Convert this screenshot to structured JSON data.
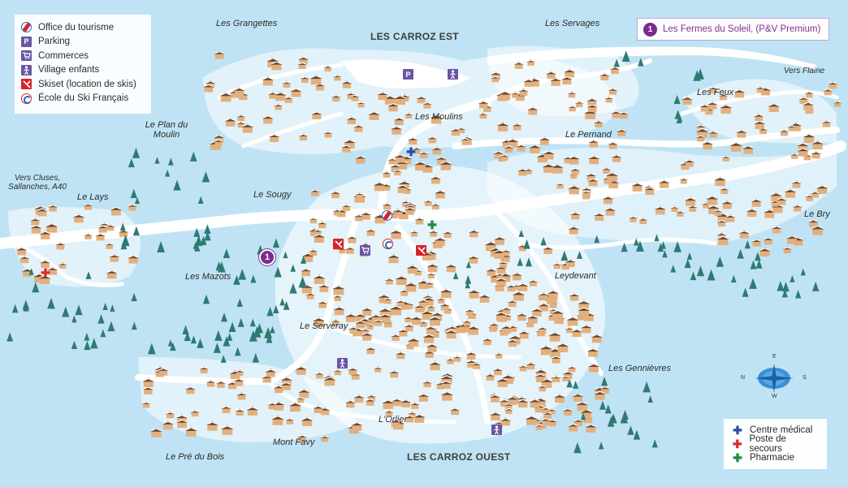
{
  "legend": {
    "items": [
      {
        "label": "Office du tourisme",
        "icon": "tourism-office-icon"
      },
      {
        "label": "Parking",
        "icon": "parking-icon"
      },
      {
        "label": "Commerces",
        "icon": "shopping-cart-icon"
      },
      {
        "label": "Village enfants",
        "icon": "child-village-icon"
      },
      {
        "label": "Skiset (location de skis)",
        "icon": "ski-rental-icon"
      },
      {
        "label": "École du Ski Français",
        "icon": "ski-school-icon"
      }
    ]
  },
  "premium": {
    "number": "1",
    "label": "Les Fermes du Soleil, (P&V Premium)"
  },
  "pin": {
    "number": "1"
  },
  "sectors": {
    "est": "LES CARROZ EST",
    "ouest": "LES CARROZ OUEST"
  },
  "places": {
    "grangettes": "Les Grangettes",
    "servages": "Les Servages",
    "vers_flaine": "Vers Flaine",
    "feux": "Les Feux",
    "moulins": "Les Moulins",
    "pernand": "Le Pernand",
    "plan_du_moulin_1": "Le Plan du",
    "plan_du_moulin_2": "Moulin",
    "vers_cluses_1": "Vers Cluses,",
    "vers_cluses_2": "Sallanches, A40",
    "lays": "Le Lays",
    "sougy": "Le Sougy",
    "bry": "Le Bry",
    "mazots": "Les Mazots",
    "leydevant": "Leydevant",
    "serveray": "Le Serveray",
    "gennievres": "Les Gennièvres",
    "orlier": "L'Orlier",
    "mont_favy": "Mont Favy",
    "pre_du_bois": "Le Pré du Bois"
  },
  "compass": {
    "n": "E",
    "e": "S",
    "s": "W",
    "w": "N"
  },
  "medical": {
    "items": [
      {
        "label": "Centre médical",
        "color": "#2a4ea0"
      },
      {
        "label": "Poste de secours",
        "color": "#e02a2a"
      },
      {
        "label": "Pharmacie",
        "color": "#1f8c3a"
      }
    ]
  },
  "colors": {
    "sky": "#bfe3f4",
    "snow": "#ffffff",
    "roof": "#e2b07e",
    "tree": "#2f7a72",
    "accent": "#7a2b8e"
  }
}
